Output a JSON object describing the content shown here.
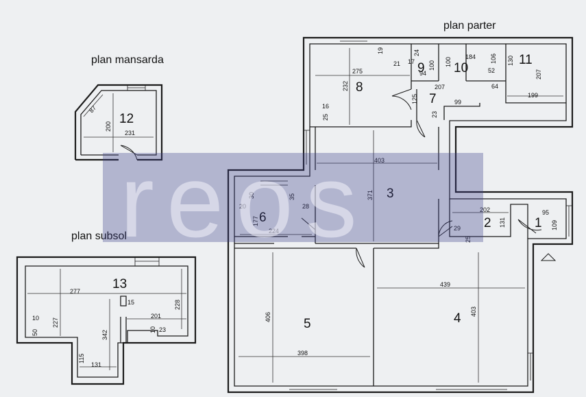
{
  "plans": {
    "mansarda": "plan mansarda",
    "parter": "plan parter",
    "subsol": "plan subsol"
  },
  "rooms": {
    "r1": "1",
    "r2": "2",
    "r3": "3",
    "r4": "4",
    "r5": "5",
    "r6": "6",
    "r7": "7",
    "r8": "8",
    "r9": "9",
    "r10": "10",
    "r11": "11",
    "r12": "12",
    "r13": "13"
  },
  "dims": {
    "d275": "275",
    "d232": "232",
    "d16": "16",
    "d25a": "25",
    "d19": "19",
    "d21": "21",
    "d17": "17",
    "d24": "24",
    "d94": "94",
    "d100a": "100",
    "d100b": "100",
    "d184": "184",
    "d106": "106",
    "d52": "52",
    "d130": "130",
    "d207a": "207",
    "d207b": "207",
    "d125": "125",
    "d64": "64",
    "d199": "199",
    "d99": "99",
    "d23a": "23",
    "d403a": "403",
    "d371": "371",
    "d202": "202",
    "d131a": "131",
    "d95": "95",
    "d109": "109",
    "d29": "29",
    "d25b": "25",
    "d20": "20",
    "d30": "30",
    "d35": "35",
    "d177": "177",
    "d28": "28",
    "d224": "224",
    "d406": "406",
    "d398": "398",
    "d439": "439",
    "d403b": "403",
    "d87": "87",
    "d200": "200",
    "d231": "231",
    "d277": "277",
    "d227": "227",
    "d15": "15",
    "d228": "228",
    "d201": "201",
    "d10a": "10",
    "d50": "50",
    "d342": "342",
    "d10b": "10",
    "d23b": "23",
    "d115": "115",
    "d131b": "131"
  },
  "watermark": {
    "text": "reos",
    "color": "#3a3d8a"
  }
}
